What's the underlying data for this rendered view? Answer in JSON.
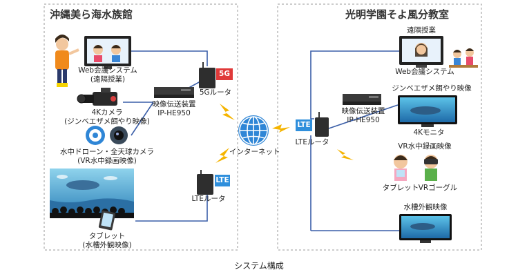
{
  "left_site": {
    "title": "沖縄美ら海水族館",
    "web_conf_label": "Web会議システム",
    "web_conf_sub": "(遠隔授業)",
    "camera_4k_label": "4Kカメラ",
    "camera_4k_sub": "(ジンベエザメ餌やり映像)",
    "drone_label": "水中ドローン・全天球カメラ",
    "drone_sub": "(VR水中録画映像)",
    "router_5g_badge": "5G",
    "router_5g_label": "5Gルータ",
    "encoder_label": "映像伝送装置",
    "encoder_model": "IP-HE950",
    "router_lte_badge": "LTE",
    "router_lte_label": "LTEルータ",
    "tablet_label": "タブレット",
    "tablet_sub": "(水槽外観映像)"
  },
  "right_site": {
    "title": "光明学園そよ風分教室",
    "remote_class_label": "遠隔授業",
    "web_conf_label": "Web会議システム",
    "whale_shark_label": "ジンベエザメ餌やり映像",
    "decoder_label": "映像伝送装置",
    "decoder_model": "IP-HE950",
    "monitor_label": "4Kモニタ",
    "vr_label": "VR水中録画映像",
    "tablet_label": "タブレット",
    "goggle_label": "VRゴーグル",
    "tank_label": "水槽外観映像",
    "router_lte_badge": "LTE",
    "router_lte_label": "LTEルータ"
  },
  "internet_label": "インターネット",
  "caption": "システム構成",
  "colors": {
    "line": "#3a5ea8",
    "badge_5g": "#e03a3a",
    "badge_lte": "#2f8fdc",
    "lightning": "#f5b400",
    "globe": "#2f86d6"
  }
}
